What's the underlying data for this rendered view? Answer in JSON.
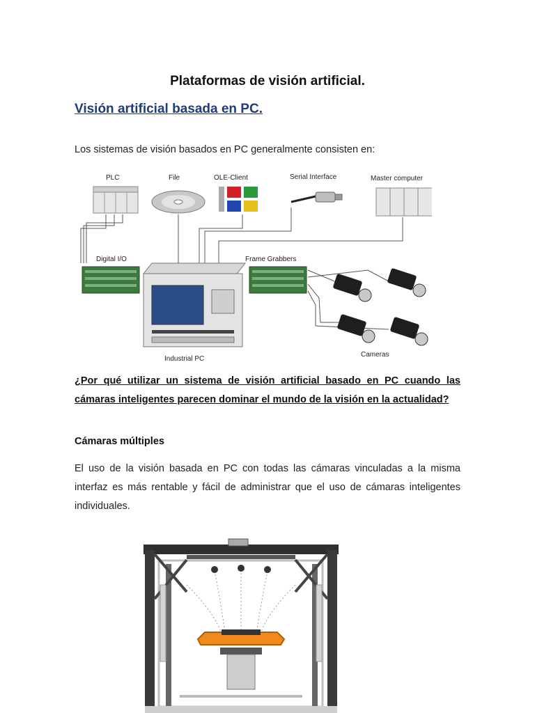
{
  "document": {
    "title": "Plataformas de visión artificial.",
    "subtitle": "Visión artificial basada en PC.",
    "intro": "Los sistemas de visión basados en PC generalmente consisten en:",
    "question": "¿Por qué utilizar un sistema de visión artificial basado en PC cuando las cámaras inteligentes parecen dominar el mundo de la visión en la actualidad?",
    "section_heading": "Cámaras múltiples",
    "paragraph": "El uso de la visión basada en PC con todas las cámaras vinculadas a la misma interfaz es más rentable y fácil de administrar que el uso de cámaras inteligentes individuales."
  },
  "diagram": {
    "labels": {
      "plc": "PLC",
      "file": "File",
      "ole": "OLE-Client",
      "serial": "Serial Interface",
      "master": "Master computer",
      "digital_io": "Digital I/O",
      "frame_grabbers": "Frame Grabbers",
      "industrial_pc": "Industrial PC",
      "cameras": "Cameras"
    }
  }
}
